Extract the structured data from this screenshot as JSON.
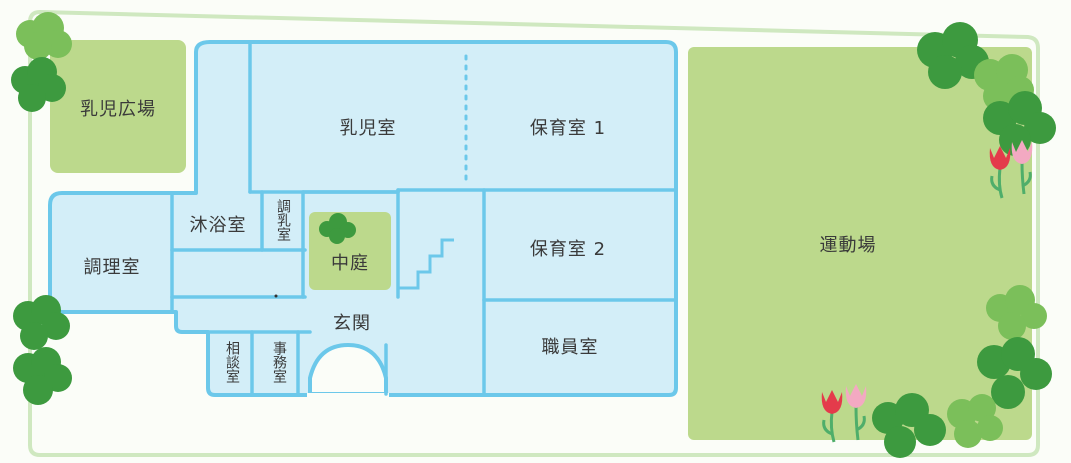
{
  "map": {
    "rooms": {
      "infant_plaza": "乳児広場",
      "infant_room": "乳児室",
      "nursery_1": "保育室 1",
      "nursery_2": "保育室 2",
      "playground": "運動場",
      "kitchen": "調理室",
      "bath": "沐浴室",
      "formula": "調乳室",
      "courtyard": "中庭",
      "entrance": "玄関",
      "consult": "相談室",
      "office": "事務室",
      "staff": "職員室"
    }
  },
  "colors": {
    "room_fill": "#d3eef8",
    "wall": "#6cc8ea",
    "green_area": "#bcd98c",
    "site_border": "#cfe8c0",
    "tree_dark": "#3d9a3f",
    "tree_light": "#7bbf5a",
    "tulip_red": "#e43b4b",
    "tulip_pink": "#f3a9c2"
  }
}
